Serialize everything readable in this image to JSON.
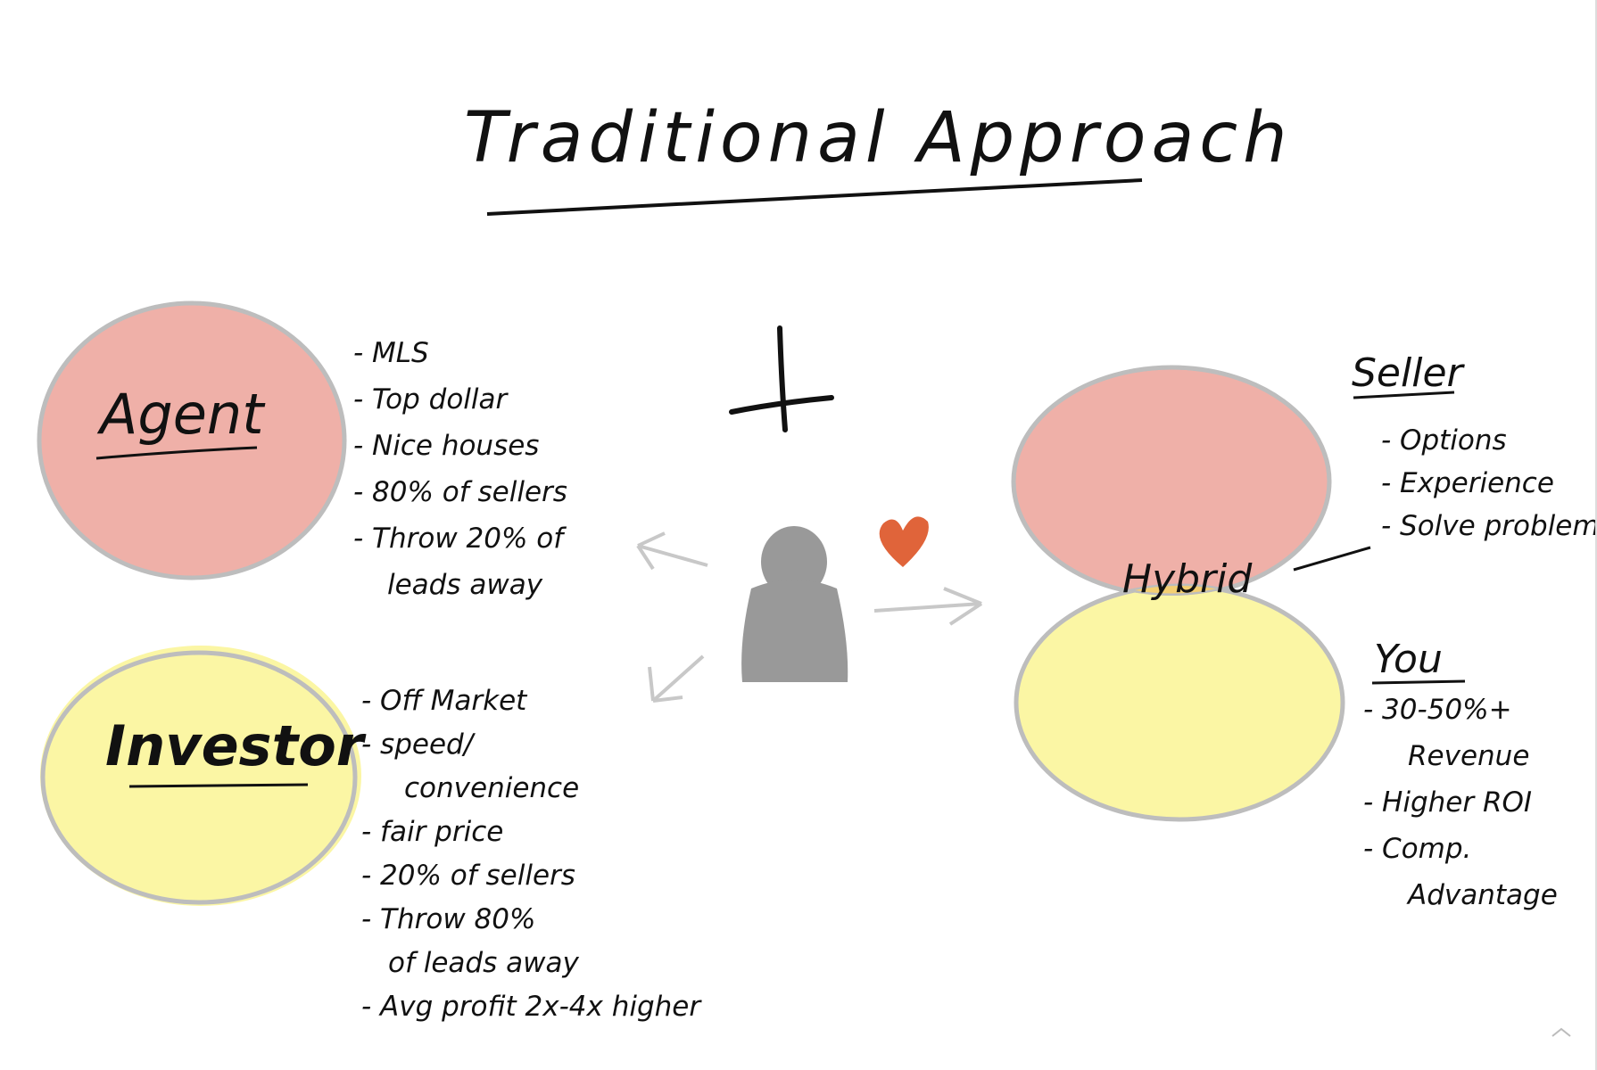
{
  "title": "Traditional Approach",
  "plus_sign": "+",
  "agent": {
    "label": "Agent",
    "color": "#efb0a8",
    "points": [
      "- MLS",
      "- Top dollar",
      "- Nice houses",
      "- 80% of sellers",
      "- Throw 20% of",
      "  leads away"
    ]
  },
  "investor": {
    "label": "Investor",
    "color": "#fbf6a4",
    "points": [
      "- Off Market",
      "- speed/",
      "  convenience",
      "- fair price",
      "- 20% of sellers",
      "- Throw 80%",
      "  of leads away",
      "- Avg profit 2x-4x higher"
    ]
  },
  "hybrid": {
    "label": "Hybrid",
    "overlap_color": "#f4cf72"
  },
  "seller": {
    "heading": "Seller",
    "points": [
      "- Options",
      "- Experience",
      "- Solve problem"
    ]
  },
  "you": {
    "heading": "You",
    "points": [
      "- 30-50%+",
      "  Revenue",
      "- Higher ROI",
      "- Comp.",
      "  Advantage"
    ]
  },
  "icons": {
    "person": "person-silhouette-icon",
    "heart": "heart-icon",
    "heart_color": "#e0643a",
    "scroll_up": "chevron-up-icon"
  }
}
